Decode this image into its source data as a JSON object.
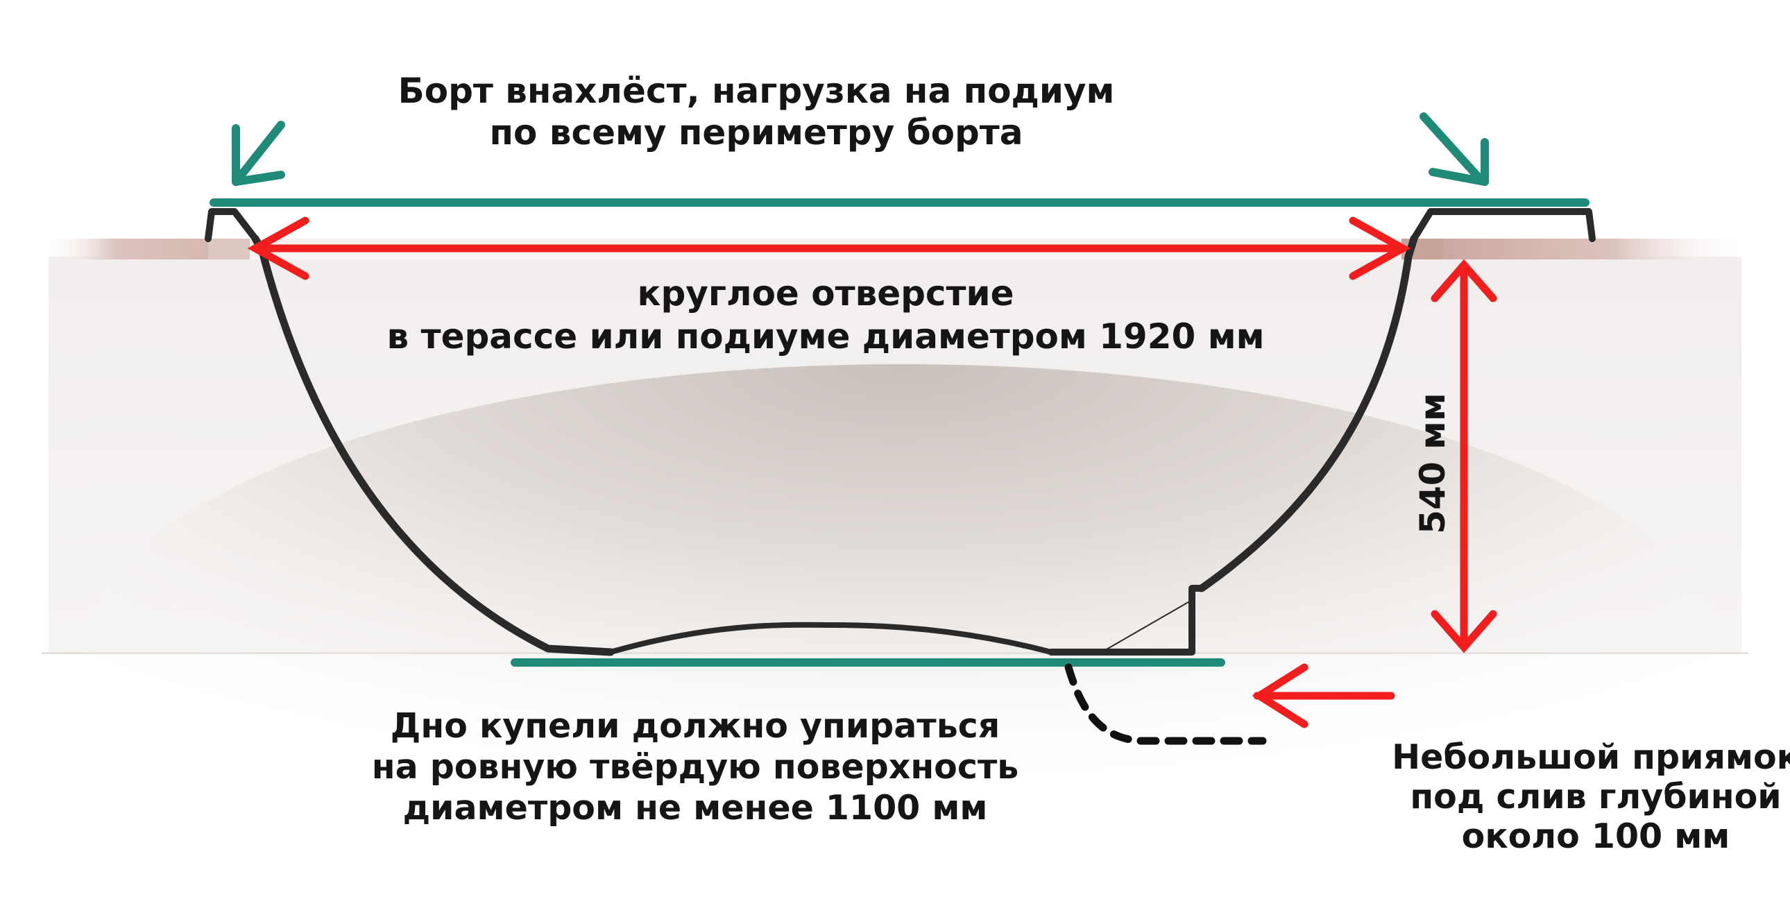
{
  "labels": {
    "rim": {
      "line1": "Борт внахлёст, нагрузка на подиум",
      "line2": "по всему периметру борта"
    },
    "opening": {
      "line1": "круглое отверстие",
      "line2": "в терассе или подиуме диаметром 1920 мм"
    },
    "depth": "540 мм",
    "bottom": {
      "line1": "Дно купели должно упираться",
      "line2": "на ровную твёрдую поверхность",
      "line3": "диаметром не менее 1100 мм"
    },
    "pit": {
      "line1": "Небольшой приямок",
      "line2": "под слив глубиной",
      "line3": "около 100 мм"
    }
  },
  "colors": {
    "teal": "#1f8a78",
    "red": "#f21d1d",
    "outline": "#2a2a2a",
    "deck": "#d8bdb6",
    "text": "#151515"
  }
}
